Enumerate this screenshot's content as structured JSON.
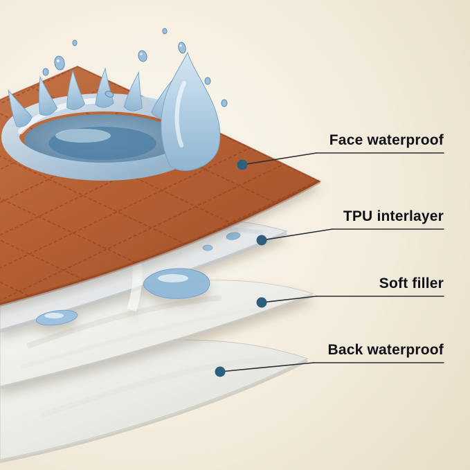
{
  "diagram": {
    "description": "Exploded layer diagram of a quilted waterproof fabric pad with a water splash on top"
  },
  "callouts": [
    {
      "label": "Face waterproof"
    },
    {
      "label": "TPU interlayer"
    },
    {
      "label": "Soft filler"
    },
    {
      "label": "Back waterproof"
    }
  ],
  "colors": {
    "background_center": "#fcf9f2",
    "background_edge": "#e7ddc7",
    "face_layer_orange": "#b55d33",
    "quilt_stitch": "#8d3c19",
    "tpu_layer": "#e9ebec",
    "soft_filler": "#f3f3f1",
    "back_layer": "#efefec",
    "water_light": "#bcd6e8",
    "water_dark": "#4f7fa4",
    "callout_dot": "#2d5f7e",
    "callout_line": "#2b2b33",
    "label_text": "#101018"
  }
}
